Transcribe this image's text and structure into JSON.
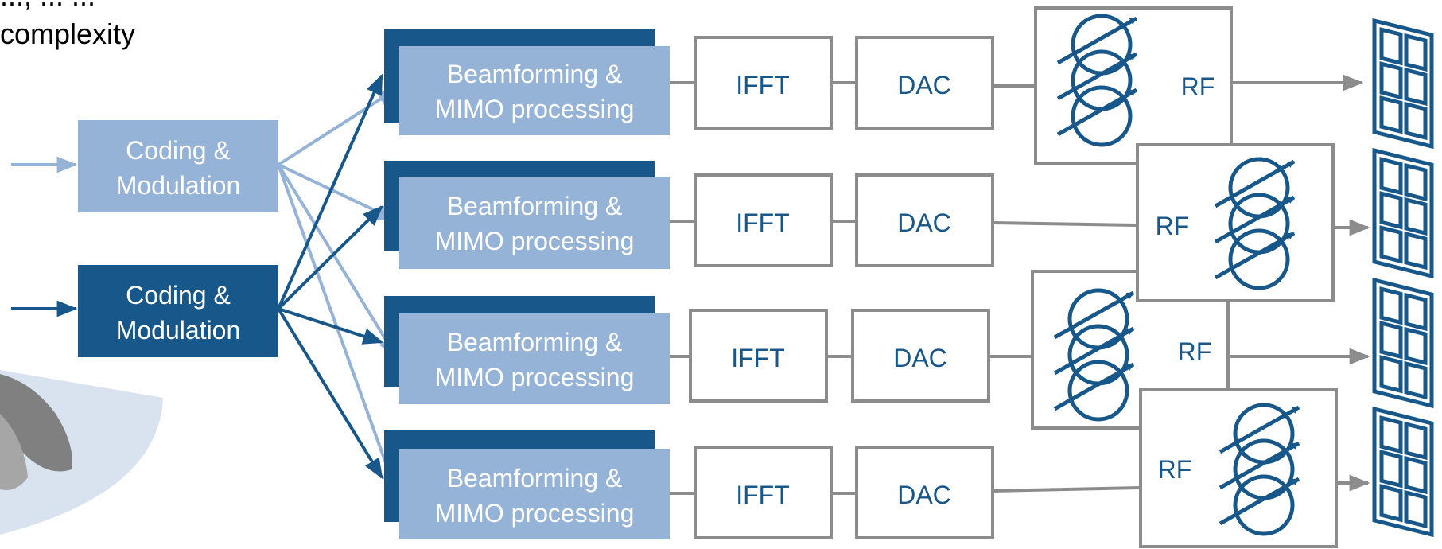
{
  "header": {
    "line1": "...,   ...   ...",
    "line2": "complexity"
  },
  "colors": {
    "dark_blue": "#17578a",
    "light_blue": "#95b3d7",
    "gray": "#8c8c8c",
    "fan": "#d9e3f0"
  },
  "coding": [
    {
      "line1": "Coding &",
      "line2": "Modulation"
    },
    {
      "line1": "Coding &",
      "line2": "Modulation"
    }
  ],
  "beamforming": [
    {
      "line1": "Beamforming &",
      "line2": "MIMO processing"
    },
    {
      "line1": "Beamforming &",
      "line2": "MIMO processing"
    },
    {
      "line1": "Beamforming &",
      "line2": "MIMO processing"
    },
    {
      "line1": "Beamforming &",
      "line2": "MIMO processing"
    }
  ],
  "ifft": [
    "IFFT",
    "IFFT",
    "IFFT",
    "IFFT"
  ],
  "dac": [
    "DAC",
    "DAC",
    "DAC",
    "DAC"
  ],
  "rf": [
    "RF",
    "RF",
    "RF",
    "RF"
  ],
  "icons": {
    "phase_shifter": "phase-shifter-icon",
    "antenna": "antenna-array-icon"
  }
}
